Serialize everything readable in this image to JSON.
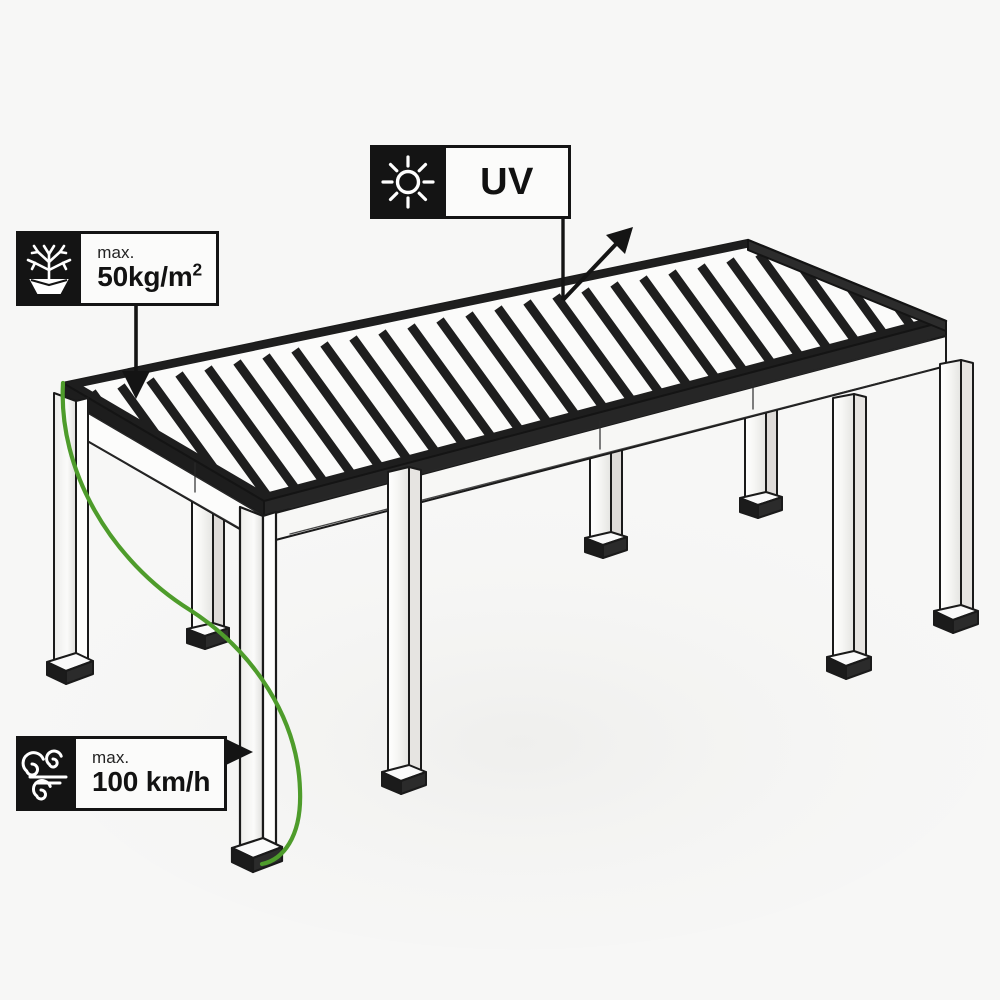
{
  "scene": {
    "title": "Pergola technical illustration with load and weather rating badges",
    "background_color": "#f7f7f6",
    "structure_outline_color": "#1a1a1a",
    "roof_slat_color": "#1e1e1e",
    "post_face_color": "#f2f2f0",
    "wind_curve_color": "#4e9c2b",
    "object_name": "louvered-pergola"
  },
  "badges": {
    "uv": {
      "icon": "sun-icon",
      "label": "UV",
      "leader": "vertical line down to roof edge with diagonal reflection arrow"
    },
    "snow": {
      "icon": "plant-in-pot-snow-load-icon",
      "small_label": "max.",
      "value": "50kg/m",
      "exponent": "2",
      "leader": "vertical line down with arrow onto roof surface"
    },
    "wind": {
      "icon": "wind-swirl-icon",
      "small_label": "max.",
      "value": "100 km/h",
      "leader": "horizontal line right with arrow onto post"
    }
  },
  "annotations": {
    "uv_arrow": "reflected-uv-ray-arrow",
    "snow_arrow": "snow-load-down-arrow",
    "wind_arrow": "wind-load-right-arrow",
    "wind_deflection_curve": "green-wind-deflection-curve"
  }
}
